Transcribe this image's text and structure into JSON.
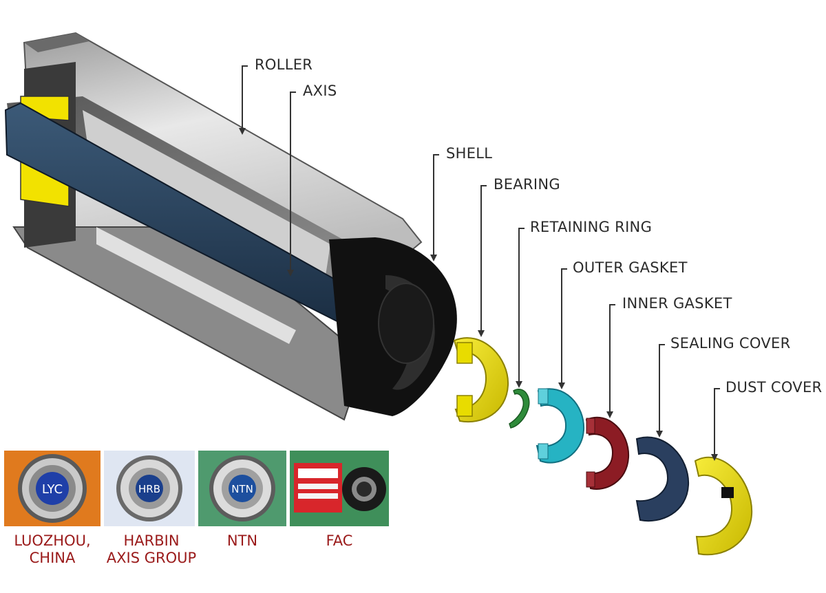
{
  "labels": {
    "roller": "ROLLER",
    "axis": "AXIS",
    "shell": "SHELL",
    "bearing": "BEARING",
    "retaining_ring": "RETAINING RING",
    "outer_gasket": "OUTER GASKET",
    "inner_gasket": "INNER GASKET",
    "sealing_cover": "SEALING COVER",
    "dust_cover": "DUST COVER"
  },
  "bearing_logos": {
    "lyc": "LYC",
    "hrb": "HRB",
    "ntn": "NTN"
  },
  "brands": [
    {
      "line1": "LUOZHOU,",
      "line2": "CHINA"
    },
    {
      "line1": "HARBIN",
      "line2": "AXIS GROUP"
    },
    {
      "line1": "NTN",
      "line2": ""
    },
    {
      "line1": "FAC",
      "line2": ""
    }
  ],
  "colors": {
    "bearing": "#f2e200",
    "retaining_ring": "#2e8b3a",
    "outer_gasket": "#26b3c3",
    "inner_gasket": "#8c1c24",
    "sealing_cover": "#2a3f5f",
    "dust_cover": "#f2e200",
    "brand_text": "#9a1a1a"
  }
}
